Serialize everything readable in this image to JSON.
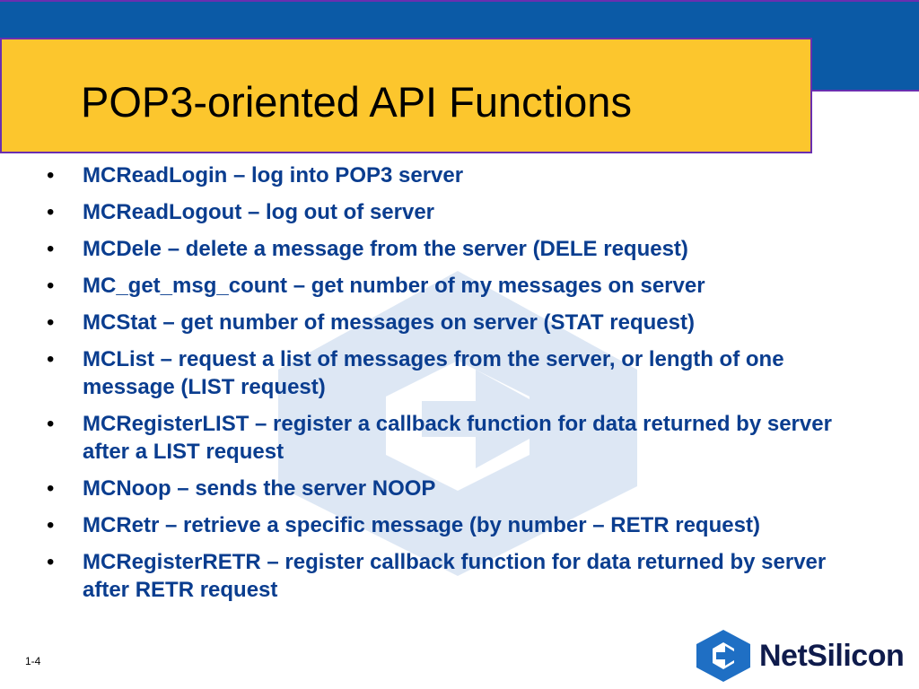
{
  "title": "POP3-oriented API Functions",
  "bullet_symbol": "•",
  "bullets": [
    "MCReadLogin – log into POP3 server",
    "MCReadLogout – log out of server",
    "MCDele – delete a message from the server (DELE request)",
    "MC_get_msg_count – get number of my messages on server",
    "MCStat – get number of messages on server (STAT request)",
    "MCList – request a list of messages from the server, or length of one message (LIST request)",
    "MCRegisterLIST – register a callback function for data returned by server after a LIST request",
    "MCNoop – sends the server NOOP",
    "MCRetr – retrieve a specific message (by number – RETR request)",
    "MCRegisterRETR – register callback function for data returned by server after RETR request"
  ],
  "slide_number": "1-4",
  "logo": {
    "text": "NetSilicon",
    "icon": "netsilicon-logo-icon"
  },
  "colors": {
    "header_bar": "#0b5aa6",
    "title_box": "#fcc62d",
    "border": "#6a2fb0",
    "bullet_text": "#0a3d8f",
    "watermark": "#dde7f4"
  }
}
